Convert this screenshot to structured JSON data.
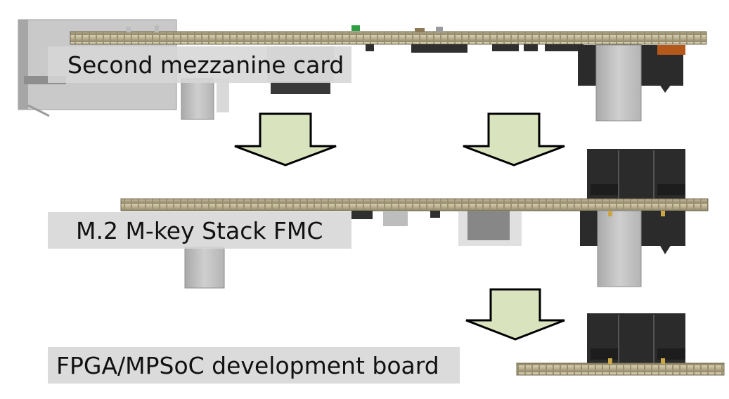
{
  "labels": {
    "second_card": "Second mezzanine card",
    "m2_stack": "M.2 M-key Stack FMC",
    "dev_board": "FPGA/MPSoC development board"
  },
  "colors": {
    "arrow_fill": "#d9e4bf",
    "arrow_stroke": "#000000",
    "pcb": "#c2b89a",
    "connector_dark": "#2b2b2b",
    "housing_gray": "#bdbdbd",
    "label_bg": "#d6d6d6"
  }
}
